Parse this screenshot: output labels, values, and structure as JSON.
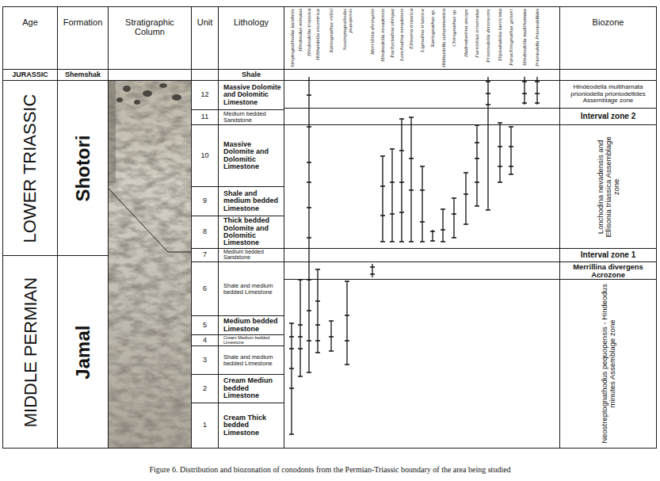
{
  "diagram": {
    "caption": "Figure 6. Distribution and biozonation of conodonts from the Permian-Triassic boundary of the area being studied",
    "nodes": [
      {
        "text": [
          "Age"
        ]
      },
      {
        "text": [
          "Formation"
        ]
      },
      {
        "text": [
          "Stratigraphic Column"
        ]
      },
      {
        "text": [
          "Unit"
        ]
      },
      {
        "text": [
          "Lithology"
        ]
      },
      {
        "text": [
          "Biozone"
        ]
      },
      {
        "text": [
          "JURASSIC"
        ]
      },
      {
        "text": [
          "Shemshak"
        ]
      },
      {
        "text": [
          "Shale"
        ]
      },
      {
        "text": [
          "LOWER TRIASSIC"
        ]
      },
      {
        "text": [
          "Shotori"
        ]
      },
      {
        "text": [
          "12"
        ]
      },
      {
        "text": [
          "Massive Dolomite and Dolomitic Limestone"
        ]
      },
      {
        "text": [
          "11"
        ]
      },
      {
        "text": [
          "Medium bedded Sandstone"
        ]
      },
      {
        "text": [
          "10"
        ]
      },
      {
        "text": [
          "Massive Dolomite and Dolomitic Limestone"
        ]
      },
      {
        "text": [
          "9"
        ]
      },
      {
        "text": [
          "Shale and medium bedded Limestone"
        ]
      },
      {
        "text": [
          "8"
        ]
      },
      {
        "text": [
          "Thick bedded Dolomite and Dolomitic Limestone"
        ]
      },
      {
        "text": [
          "7"
        ]
      },
      {
        "text": [
          "Medium bedded Sandstone"
        ]
      },
      {
        "text": [
          "MIDDLE PERMIAN"
        ]
      },
      {
        "text": [
          "Jamal"
        ]
      },
      {
        "text": [
          "6"
        ]
      },
      {
        "text": [
          "Shale and medium bedded Limestone"
        ]
      },
      {
        "text": [
          "5"
        ]
      },
      {
        "text": [
          "Medium bedded Limestone"
        ]
      },
      {
        "text": [
          "4"
        ]
      },
      {
        "text": [
          "Cream Medium bedded Limestone"
        ]
      },
      {
        "text": [
          "3"
        ]
      },
      {
        "text": [
          "Shale and medium bedded Limestone"
        ]
      },
      {
        "text": [
          "2"
        ]
      },
      {
        "text": [
          "Cream Mediun bedded Limestone"
        ]
      },
      {
        "text": [
          "1"
        ]
      },
      {
        "text": [
          "Cream Thick bedded Limestone"
        ]
      },
      {
        "text": [
          "Hindeodella multihamata prioniodella prioniodellides Assemblage zone"
        ]
      },
      {
        "text": [
          "Interval zone 2"
        ]
      },
      {
        "text": [
          "Lonchodina nevadensis and Ellisonia triassica Assemblage zone"
        ]
      },
      {
        "text": [
          "Interval zone 1"
        ]
      },
      {
        "text": [
          "Merrillina divergens Acrozone"
        ]
      },
      {
        "text": [
          "Neostreptognathodus pequopensis - Hindeodus minutes Assemblage zone"
        ]
      }
    ],
    "labels": [
      "Streptognathodus lucidaris",
      "Hindeodus minutus",
      "Hindeodella triassica",
      "Hibbardella excentrica",
      "Xaniognathus villisi",
      "Neostreptognathodus pequopensis",
      "Merrillina divergens",
      "Hindeodella nevadensis",
      "Pachycladina obliqua",
      "Lonchodina nevadensis",
      "Ellisonia triassica",
      "Lignodina triassica",
      "Xaniognathus sp.",
      "Hibbardella subsymmetrica",
      "Chirognathus sp.",
      "Hadrodontina anceps",
      "Furnishius triserratus",
      "Prioniodella decrescens",
      "Diplododella laevicima",
      "Parachirognathus geiseri",
      "Hindeodella multihamata",
      "Prioniodella Prioniodellides"
    ]
  }
}
